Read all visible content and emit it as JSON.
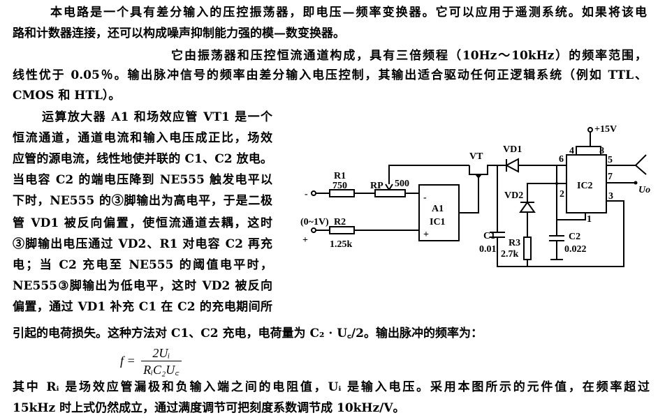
{
  "paragraphs": {
    "intro": [
      "本电路是一个具有差分输入的压控振荡器，即电压—频率变换器。它可以应用于遥测系统。如果将该电",
      "路和计数器连接，还可以构成噪声抑制能力强的模—数变换器。"
    ],
    "structure": [
      "它由振荡器和压控恒流通道构成，具有三倍频程（10Hz～10kHz）的频率范围，",
      "线性优于 0.05％。输出脉冲信号的频率由差分输入电压控制，其输出适合驱动任何正逻辑系统（例如 TTL、",
      "CMOS 和 HTL）。"
    ],
    "operation": [
      "运算放大器 A1 和场效应管 VT1 是一个",
      "恒流通道，通道电流和输入电压成正比，场效",
      "应管的源电流，线性地使并联的 C1、C2 放电。",
      "当电容 C2 的端电压降到 NE555 触发电平以",
      "下时，NE555 的③脚输出为高电平，于是二极",
      "管 VD1 被反向偏置，使恒流通道去耦，这时",
      "③脚输出电压通过 VD2、R1 对电容 C2 再充",
      "电；当 C2 充电至 NE555 的阈值电平时，",
      "NE555③脚输出为低电平，这时 VD2 被反向",
      "偏置，通过 VD1 补充 C1 在 C2 的充电期间所",
      "引起的电荷损失。这种方法对 C1、C2 充电，电荷量为 C₂ · U꜀/2。输出脉冲的频率为："
    ],
    "conclusion": [
      "其中 Rᵢ 是场效应管漏极和负输入端之间的电阻值，Uᵢ 是输入电压。采用本图所示的元件值，在频率超过",
      "15kHz 时上式仍然成立，通过满度调节可把刻度系数调节成 10kHz/V。"
    ]
  },
  "formula": {
    "lhs": "f =",
    "numerator": "2Uᵢ",
    "denominator": "RᵢC₂U꜀"
  },
  "circuit": {
    "labels": {
      "r1": "R1",
      "r1_value": "750",
      "rp": "RP",
      "rp_value": "500",
      "r2": "R2",
      "r2_value": "1.25k",
      "input_range": "(0~1V)",
      "minus": "-",
      "plus": "+",
      "a1": "A1",
      "ic1": "IC1",
      "op_minus": "-",
      "op_plus": "+",
      "vt": "VT",
      "vd1": "VD1",
      "vd2": "VD2",
      "c1": "C1",
      "c1_value": "0.01",
      "r3": "R3",
      "r3_value": "2.7k",
      "c2": "C2",
      "c2_value": "0.022",
      "ic2": "IC2",
      "vcc": "+15V",
      "output": "Uo",
      "pin4": "4",
      "pin8": "8",
      "pin5": "5",
      "pin6": "6",
      "pin7": "7",
      "pin2": "2",
      "pin3": "3",
      "pin1": "1"
    }
  }
}
